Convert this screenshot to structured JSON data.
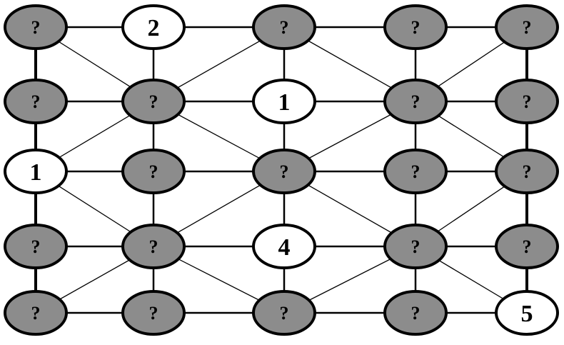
{
  "colors": {
    "unknown_fill": "#8c8c8c",
    "known_fill": "#ffffff",
    "stroke": "#000000"
  },
  "graph": {
    "nodes": [
      {
        "id": "r0c0",
        "label": "?"
      },
      {
        "id": "r0c1",
        "label": "2"
      },
      {
        "id": "r0c2",
        "label": "?"
      },
      {
        "id": "r0c3",
        "label": "?"
      },
      {
        "id": "r0c4",
        "label": "?"
      },
      {
        "id": "r1c0",
        "label": "?"
      },
      {
        "id": "r1c1",
        "label": "?"
      },
      {
        "id": "r1c2",
        "label": "1"
      },
      {
        "id": "r1c3",
        "label": "?"
      },
      {
        "id": "r1c4",
        "label": "?"
      },
      {
        "id": "r2c0",
        "label": "1"
      },
      {
        "id": "r2c1",
        "label": "?"
      },
      {
        "id": "r2c2",
        "label": "?"
      },
      {
        "id": "r2c3",
        "label": "?"
      },
      {
        "id": "r2c4",
        "label": "?"
      },
      {
        "id": "r3c0",
        "label": "?"
      },
      {
        "id": "r3c1",
        "label": "?"
      },
      {
        "id": "r3c2",
        "label": "4"
      },
      {
        "id": "r3c3",
        "label": "?"
      },
      {
        "id": "r3c4",
        "label": "?"
      },
      {
        "id": "r4c0",
        "label": "?"
      },
      {
        "id": "r4c1",
        "label": "?"
      },
      {
        "id": "r4c2",
        "label": "?"
      },
      {
        "id": "r4c3",
        "label": "?"
      },
      {
        "id": "r4c4",
        "label": "5"
      }
    ],
    "edges": [
      [
        "r0c0",
        "r0c1"
      ],
      [
        "r0c1",
        "r0c2"
      ],
      [
        "r0c2",
        "r0c3"
      ],
      [
        "r0c3",
        "r0c4"
      ],
      [
        "r1c0",
        "r1c1"
      ],
      [
        "r1c1",
        "r1c2"
      ],
      [
        "r1c2",
        "r1c3"
      ],
      [
        "r1c3",
        "r1c4"
      ],
      [
        "r2c0",
        "r2c1"
      ],
      [
        "r2c1",
        "r2c2"
      ],
      [
        "r2c2",
        "r2c3"
      ],
      [
        "r2c3",
        "r2c4"
      ],
      [
        "r3c0",
        "r3c1"
      ],
      [
        "r3c1",
        "r3c2"
      ],
      [
        "r3c2",
        "r3c3"
      ],
      [
        "r3c3",
        "r3c4"
      ],
      [
        "r4c0",
        "r4c1"
      ],
      [
        "r4c1",
        "r4c2"
      ],
      [
        "r4c2",
        "r4c3"
      ],
      [
        "r4c3",
        "r4c4"
      ],
      [
        "r0c0",
        "r1c0"
      ],
      [
        "r1c0",
        "r2c0"
      ],
      [
        "r2c0",
        "r3c0"
      ],
      [
        "r3c0",
        "r4c0"
      ],
      [
        "r0c1",
        "r1c1"
      ],
      [
        "r1c1",
        "r2c1"
      ],
      [
        "r2c1",
        "r3c1"
      ],
      [
        "r3c1",
        "r4c1"
      ],
      [
        "r0c2",
        "r1c2"
      ],
      [
        "r1c2",
        "r2c2"
      ],
      [
        "r2c2",
        "r3c2"
      ],
      [
        "r3c2",
        "r4c2"
      ],
      [
        "r0c3",
        "r1c3"
      ],
      [
        "r1c3",
        "r2c3"
      ],
      [
        "r2c3",
        "r3c3"
      ],
      [
        "r3c3",
        "r4c3"
      ],
      [
        "r0c4",
        "r1c4"
      ],
      [
        "r1c4",
        "r2c4"
      ],
      [
        "r2c4",
        "r3c4"
      ],
      [
        "r3c4",
        "r4c4"
      ],
      [
        "r0c0",
        "r1c1"
      ],
      [
        "r0c2",
        "r1c1"
      ],
      [
        "r2c0",
        "r1c1"
      ],
      [
        "r2c2",
        "r1c1"
      ],
      [
        "r0c2",
        "r1c3"
      ],
      [
        "r0c4",
        "r1c3"
      ],
      [
        "r2c2",
        "r1c3"
      ],
      [
        "r2c4",
        "r1c3"
      ],
      [
        "r2c0",
        "r3c1"
      ],
      [
        "r2c2",
        "r3c1"
      ],
      [
        "r4c0",
        "r3c1"
      ],
      [
        "r4c2",
        "r3c1"
      ],
      [
        "r2c2",
        "r3c3"
      ],
      [
        "r2c4",
        "r3c3"
      ],
      [
        "r4c2",
        "r3c3"
      ],
      [
        "r4c4",
        "r3c3"
      ]
    ]
  }
}
